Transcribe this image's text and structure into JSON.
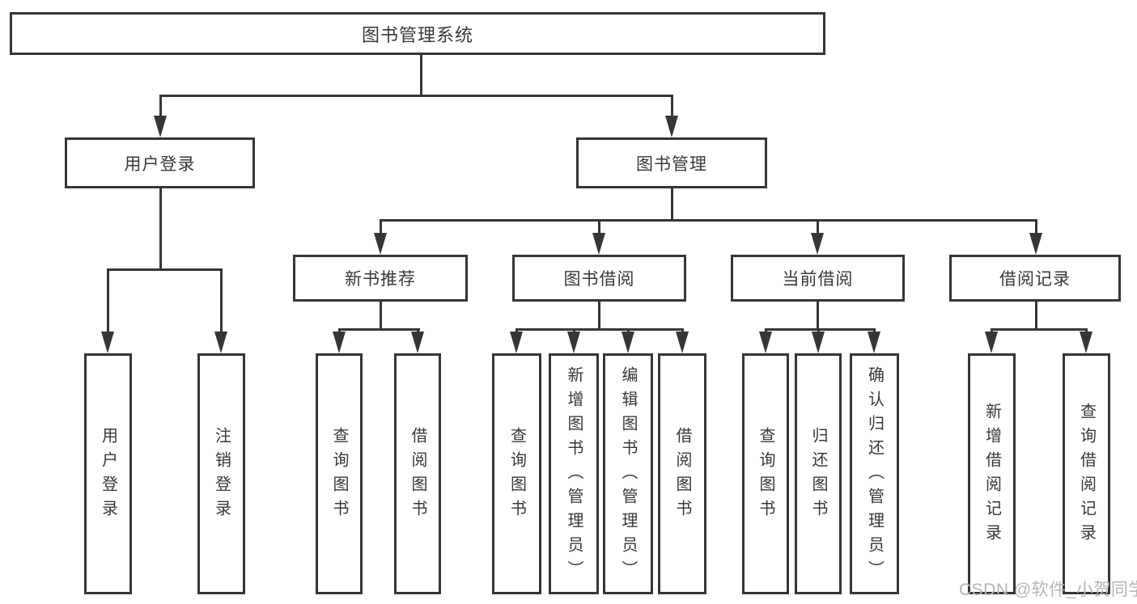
{
  "diagram": {
    "root": {
      "label": "图书管理系统"
    },
    "level2": {
      "user_login": {
        "label": "用户登录"
      },
      "book_management": {
        "label": "图书管理"
      }
    },
    "level3": {
      "new_book_recommend": {
        "label": "新书推荐"
      },
      "book_borrow": {
        "label": "图书借阅"
      },
      "current_borrow": {
        "label": "当前借阅"
      },
      "borrow_records": {
        "label": "借阅记录"
      }
    },
    "leaves": {
      "user_login": [
        "用户登录",
        "注销登录"
      ],
      "new_book_recommend": [
        "查询图书",
        "借阅图书"
      ],
      "book_borrow": [
        "查询图书",
        "新增图书（管理员）",
        "编辑图书（管理员）",
        "借阅图书"
      ],
      "current_borrow": [
        "查询图书",
        "归还图书",
        "确认归还（管理员）"
      ],
      "borrow_records": [
        "新增借阅记录",
        "查询借阅记录"
      ]
    },
    "colors": {
      "line": "#363636",
      "text": "#383838",
      "background": "#ffffff",
      "watermark": "#b6b6b6"
    },
    "watermark": "CSDN @软件_小贺同学"
  }
}
